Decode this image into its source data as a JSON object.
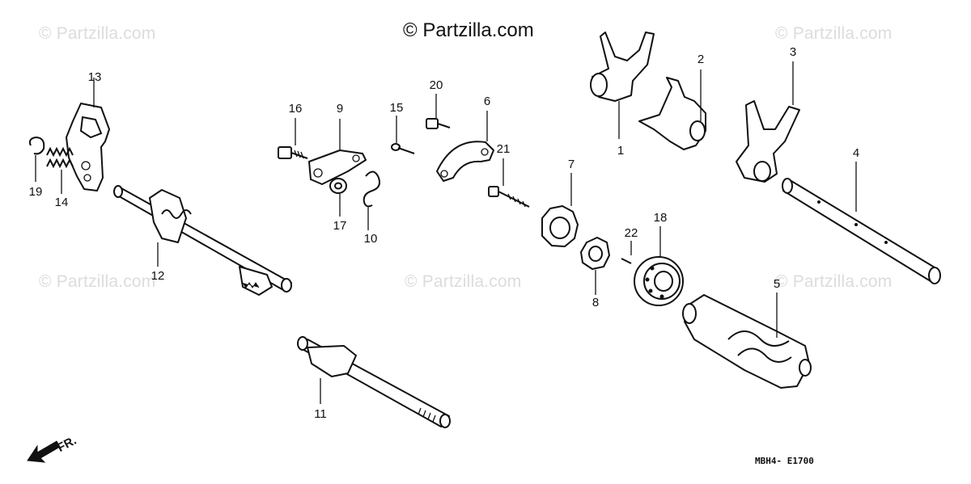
{
  "watermark": {
    "main": "© Partzilla.com",
    "faint": "© Partzilla.com"
  },
  "callouts": [
    {
      "id": "1",
      "label": "1"
    },
    {
      "id": "2",
      "label": "2"
    },
    {
      "id": "3",
      "label": "3"
    },
    {
      "id": "4",
      "label": "4"
    },
    {
      "id": "5",
      "label": "5"
    },
    {
      "id": "6",
      "label": "6"
    },
    {
      "id": "7",
      "label": "7"
    },
    {
      "id": "8",
      "label": "8"
    },
    {
      "id": "9",
      "label": "9"
    },
    {
      "id": "10",
      "label": "10"
    },
    {
      "id": "11",
      "label": "11"
    },
    {
      "id": "12",
      "label": "12"
    },
    {
      "id": "13",
      "label": "13"
    },
    {
      "id": "14",
      "label": "14"
    },
    {
      "id": "15",
      "label": "15"
    },
    {
      "id": "16",
      "label": "16"
    },
    {
      "id": "17",
      "label": "17"
    },
    {
      "id": "18",
      "label": "18"
    },
    {
      "id": "19",
      "label": "19"
    },
    {
      "id": "20",
      "label": "20"
    },
    {
      "id": "21",
      "label": "21"
    },
    {
      "id": "22",
      "label": "22"
    }
  ],
  "diagram_code": "MBH4- E1700",
  "direction_label": "FR.",
  "icons": [
    "front-direction-arrow-icon"
  ]
}
